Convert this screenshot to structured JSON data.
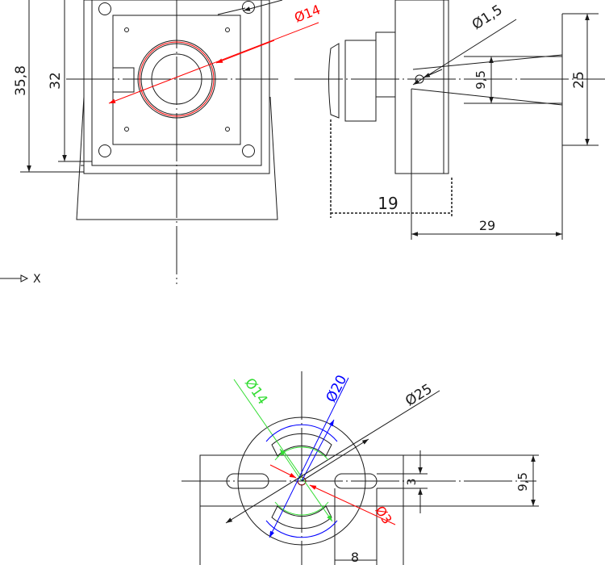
{
  "colors": {
    "line": "#1a1a1a",
    "red": "#ff0000",
    "green": "#33dd33",
    "blue": "#0000ff",
    "dark_red": "#7a0000"
  },
  "axis_marker": {
    "label": "X"
  },
  "front_view": {
    "dim_outer_height": "35,8",
    "dim_inner_height": "32",
    "dim_lens_diameter": "Ø14"
  },
  "side_view": {
    "dim_pinhole_diameter": "Ø1,5",
    "dim_cone_height": "9,5",
    "dim_flange_height": "25",
    "dim_body_length": "19",
    "dim_total_length": "29"
  },
  "bracket_view": {
    "dim_inner_circle": "Ø14",
    "dim_slot_circle": "Ø20",
    "dim_outer_circle": "Ø25",
    "dim_hole": "Ø3",
    "dim_slot_height": "3",
    "dim_plate_height": "9,5",
    "dim_slot_width": "8"
  }
}
